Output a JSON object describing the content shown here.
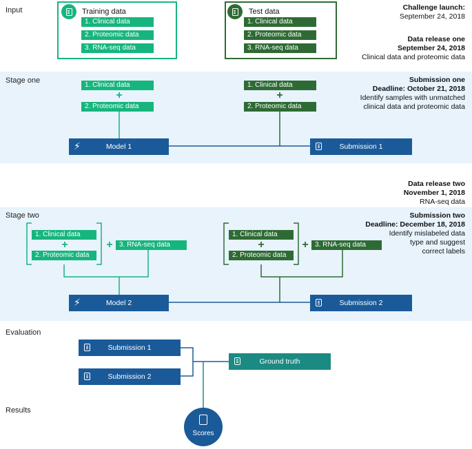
{
  "sections": {
    "input": "Input",
    "stage_one": "Stage one",
    "stage_two": "Stage two",
    "evaluation": "Evaluation",
    "results": "Results"
  },
  "input": {
    "training_title": "Training data",
    "test_title": "Test data",
    "training_items": [
      "1. Clinical data",
      "2. Proteomic data",
      "3. RNA-seq data"
    ],
    "test_items": [
      "1. Clinical data",
      "2. Proteomic data",
      "3. RNA-seq data"
    ]
  },
  "notes": {
    "launch_title": "Challenge launch:",
    "launch_date": "September 24, 2018",
    "release_one_title": "Data release one",
    "release_one_date": "September 24, 2018",
    "release_one_desc": "Clinical data and proteomic data",
    "sub_one_title": "Submission one",
    "sub_one_deadline": "Deadline: October 21, 2018",
    "sub_one_desc1": "Identify samples with unmatched",
    "sub_one_desc2": "clinical data and proteomic data",
    "release_two_title": "Data release two",
    "release_two_date": "November 1, 2018",
    "release_two_desc": "RNA-seq data",
    "sub_two_title": "Submission two",
    "sub_two_deadline": "Deadline: December 18, 2018",
    "sub_two_desc1": "Identify mislabeled data",
    "sub_two_desc2": "type and suggest",
    "sub_two_desc3": "correct labels"
  },
  "stage_one": {
    "left_items": [
      "1. Clinical data",
      "2. Proteomic data"
    ],
    "right_items": [
      "1. Clinical data",
      "2. Proteomic data"
    ],
    "model": "Model 1",
    "submission": "Submission 1"
  },
  "stage_two": {
    "left_items": [
      "1. Clinical data",
      "2. Proteomic data"
    ],
    "left_extra": "3. RNA-seq data",
    "right_items": [
      "1. Clinical data",
      "2. Proteomic data"
    ],
    "right_extra": "3. RNA-seq data",
    "model": "Model 2",
    "submission": "Submission 2"
  },
  "evaluation": {
    "sub1": "Submission 1",
    "sub2": "Submission 2",
    "ground_truth": "Ground truth"
  },
  "results": {
    "scores": "Scores"
  },
  "colors": {
    "light_green": "#17b57e",
    "dark_green": "#2e6b34",
    "navy": "#1b5a99",
    "teal": "#1b8a82",
    "band": "#e8f3fc"
  }
}
